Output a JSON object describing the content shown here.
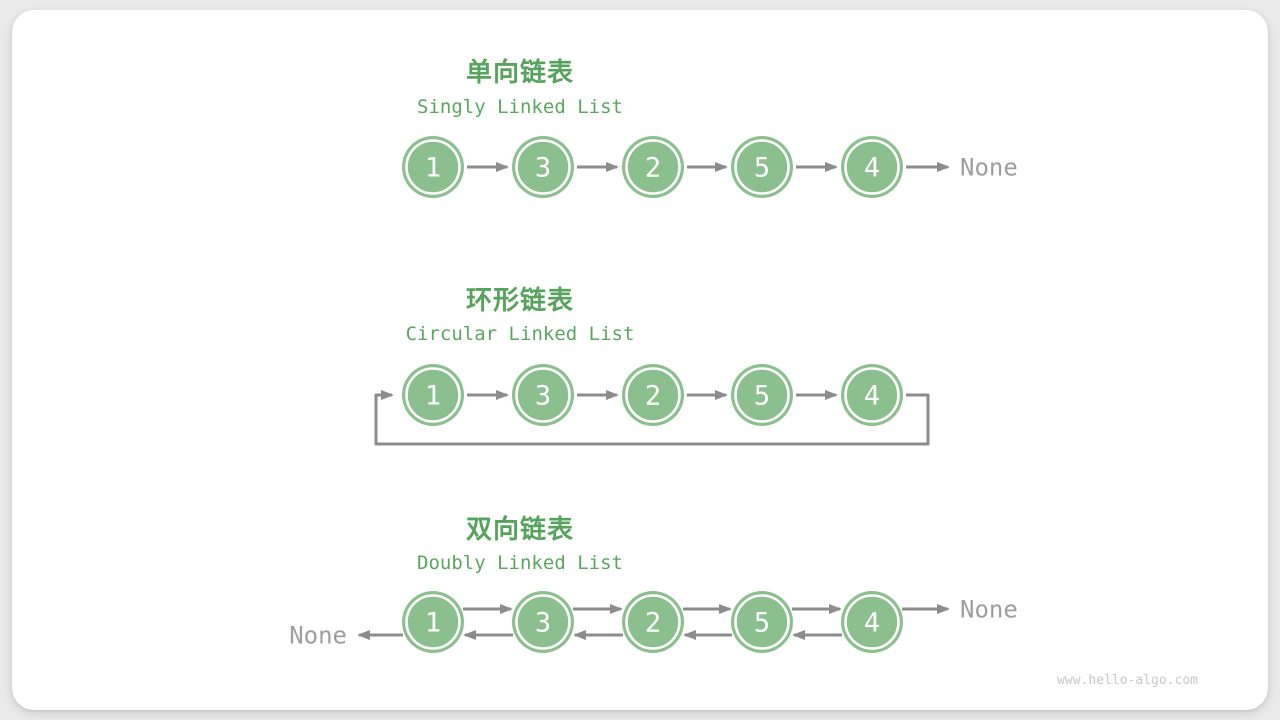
{
  "page": {
    "watermark": "www.hello-algo.com",
    "background": "#eaeaea",
    "card": "#ffffff"
  },
  "colors": {
    "title_green": "#56a45c",
    "subtitle_green": "#5aa660",
    "node_fill": "#8cbf8e",
    "node_ring": "#ffffff",
    "node_text": "#ffffff",
    "arrow": "#8c8c8c",
    "none_text": "#9e9e9e",
    "watermark_text": "#c8c8c8"
  },
  "sections": [
    {
      "id": "singly",
      "type": "singly",
      "title_zh": "单向链表",
      "title_en": "Singly Linked List",
      "nodes": [
        "1",
        "3",
        "2",
        "5",
        "4"
      ],
      "tail_label": "None"
    },
    {
      "id": "circular",
      "type": "circular",
      "title_zh": "环形链表",
      "title_en": "Circular Linked List",
      "nodes": [
        "1",
        "3",
        "2",
        "5",
        "4"
      ]
    },
    {
      "id": "doubly",
      "type": "doubly",
      "title_zh": "双向链表",
      "title_en": "Doubly Linked List",
      "nodes": [
        "1",
        "3",
        "2",
        "5",
        "4"
      ],
      "head_label": "None",
      "tail_label": "None"
    }
  ]
}
